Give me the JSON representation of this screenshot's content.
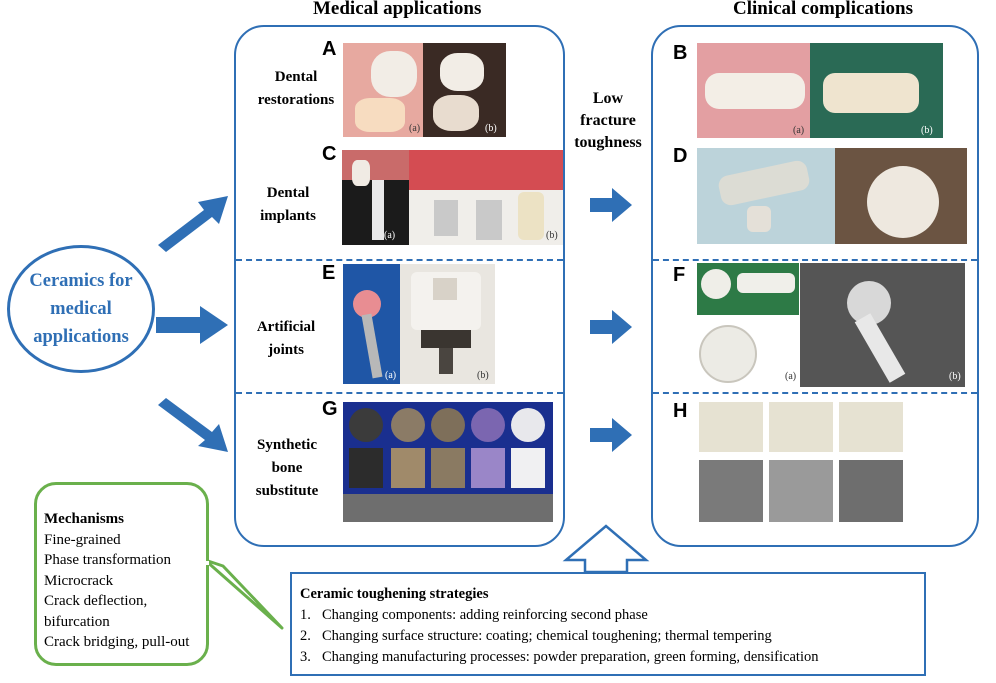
{
  "headers": {
    "medical": "Medical applications",
    "clinical": "Clinical complications"
  },
  "center": {
    "lines": [
      "Ceramics for",
      "medical",
      "applications"
    ]
  },
  "rows": [
    {
      "letter": "A",
      "lines": [
        "Dental",
        "restorations"
      ],
      "subs": [
        "(a)",
        "(b)"
      ]
    },
    {
      "letter": "C",
      "lines": [
        "Dental",
        "implants"
      ],
      "subs": [
        "(a)",
        "(b)"
      ]
    },
    {
      "letter": "E",
      "lines": [
        "Artificial",
        "joints"
      ],
      "subs": [
        "(a)",
        "(b)"
      ]
    },
    {
      "letter": "G",
      "lines": [
        "Synthetic",
        "bone",
        "substitute"
      ]
    }
  ],
  "complications": [
    {
      "letter": "B",
      "subs": [
        "(a)",
        "(b)"
      ]
    },
    {
      "letter": "D"
    },
    {
      "letter": "F",
      "subs": [
        "(a)",
        "(b)"
      ]
    },
    {
      "letter": "H"
    }
  ],
  "low": {
    "lines": [
      "Low",
      "fracture",
      "toughness"
    ]
  },
  "mechanisms": {
    "title": "Mechanisms",
    "items": [
      "Fine-grained",
      "Phase transformation",
      "Microcrack",
      "Crack deflection,",
      "bifurcation",
      "Crack bridging, pull-out"
    ]
  },
  "strategies": {
    "title": "Ceramic toughening strategies",
    "items": [
      {
        "num": "1.",
        "text": "Changing components: adding reinforcing second phase"
      },
      {
        "num": "2.",
        "text": "Changing surface structure: coating; chemical toughening; thermal tempering"
      },
      {
        "num": "3.",
        "text": "Changing manufacturing processes:  powder preparation, green forming, densification"
      }
    ]
  },
  "colors": {
    "accent": "#2f6fb5",
    "callout_border": "#6ab04c"
  }
}
